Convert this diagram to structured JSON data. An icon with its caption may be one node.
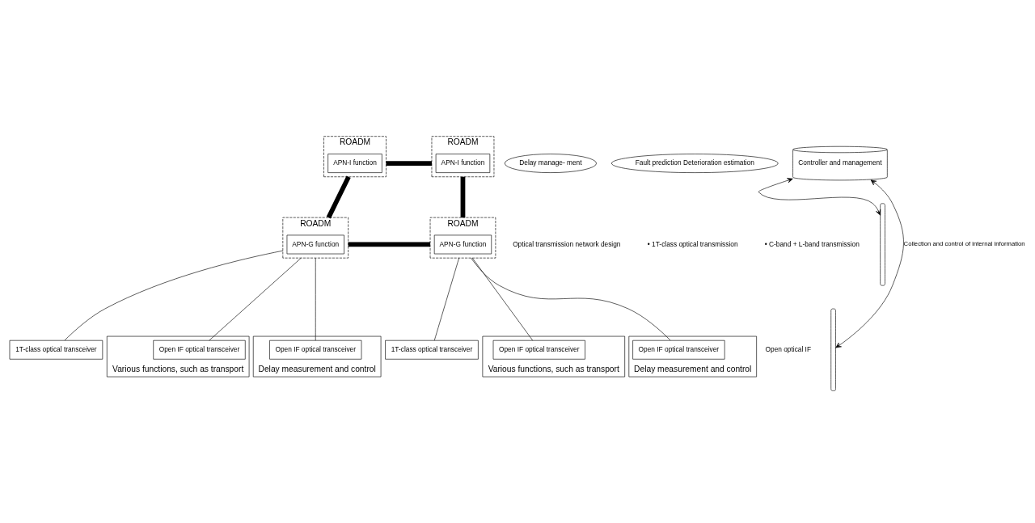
{
  "diagram": {
    "nodes": [
      {
        "text": [
          "ROADM"
        ]
      },
      {
        "text": [
          "APN-I function"
        ],
        "in": 0
      },
      {
        "text": [
          "ROADM"
        ]
      },
      {
        "text": [
          "APN-I function"
        ],
        "in": 2
      },
      {
        "text": [
          "ROADM"
        ]
      },
      {
        "text": [
          "APN-G function"
        ],
        "in": 4
      },
      {
        "text": [
          "ROADM"
        ]
      },
      {
        "text": [
          "APN-G function"
        ],
        "in": 6
      },
      {
        "text": [
          "1T-class optical transceiver"
        ]
      },
      {
        "text": [
          "Various functions, such as transport"
        ]
      },
      {
        "text": [
          "Open IF optical transceiver"
        ],
        "in": 9
      },
      {
        "text": [
          "Delay measurement and control"
        ]
      },
      {
        "text": [
          "Open IF optical transceiver"
        ],
        "in": 11
      },
      {
        "text": [
          "1T-class optical transceiver"
        ]
      },
      {
        "text": [
          "Various functions, such as transport"
        ]
      },
      {
        "text": [
          "Open IF optical transceiver"
        ],
        "in": 14
      },
      {
        "text": [
          "Delay measurement and control"
        ]
      },
      {
        "text": [
          "Open IF optical transceiver"
        ],
        "in": 16
      },
      {
        "text": [
          "Delay manage- ment"
        ]
      },
      {
        "text": [
          "Fault prediction Deterioration estimation"
        ]
      },
      {
        "text": [
          "Controller and management"
        ]
      },
      {
        "text": [],
        "shape": "bracket"
      },
      {
        "text": [],
        "shape": "bracket"
      }
    ],
    "edges": [
      {
        "from": 0,
        "to": 2,
        "arrow": "none",
        "style": "thick"
      },
      {
        "from": 0,
        "to": 4,
        "arrow": "none",
        "style": "thick"
      },
      {
        "from": 2,
        "to": 6,
        "arrow": "none",
        "style": "thick"
      },
      {
        "from": 4,
        "to": 6,
        "arrow": "none",
        "style": "thick"
      },
      {
        "from": 4,
        "to": 8,
        "arrow": "none"
      },
      {
        "from": 4,
        "to": 10,
        "arrow": "none"
      },
      {
        "from": 4,
        "to": 12,
        "arrow": "none"
      },
      {
        "from": 6,
        "to": 13,
        "arrow": "none"
      },
      {
        "from": 6,
        "to": 15,
        "arrow": "none"
      },
      {
        "from": 6,
        "to": 17,
        "arrow": "none"
      },
      {
        "from": 21,
        "to": 20,
        "arrow": "both"
      },
      {
        "from": 22,
        "to": 20,
        "arrow": "both",
        "label": "Collection and control of internal information"
      }
    ],
    "labels": [
      "Optical transmission network design",
      "• 1T-class optical transmission",
      "• C-band + L-band transmission",
      "Open optical IF"
    ]
  }
}
